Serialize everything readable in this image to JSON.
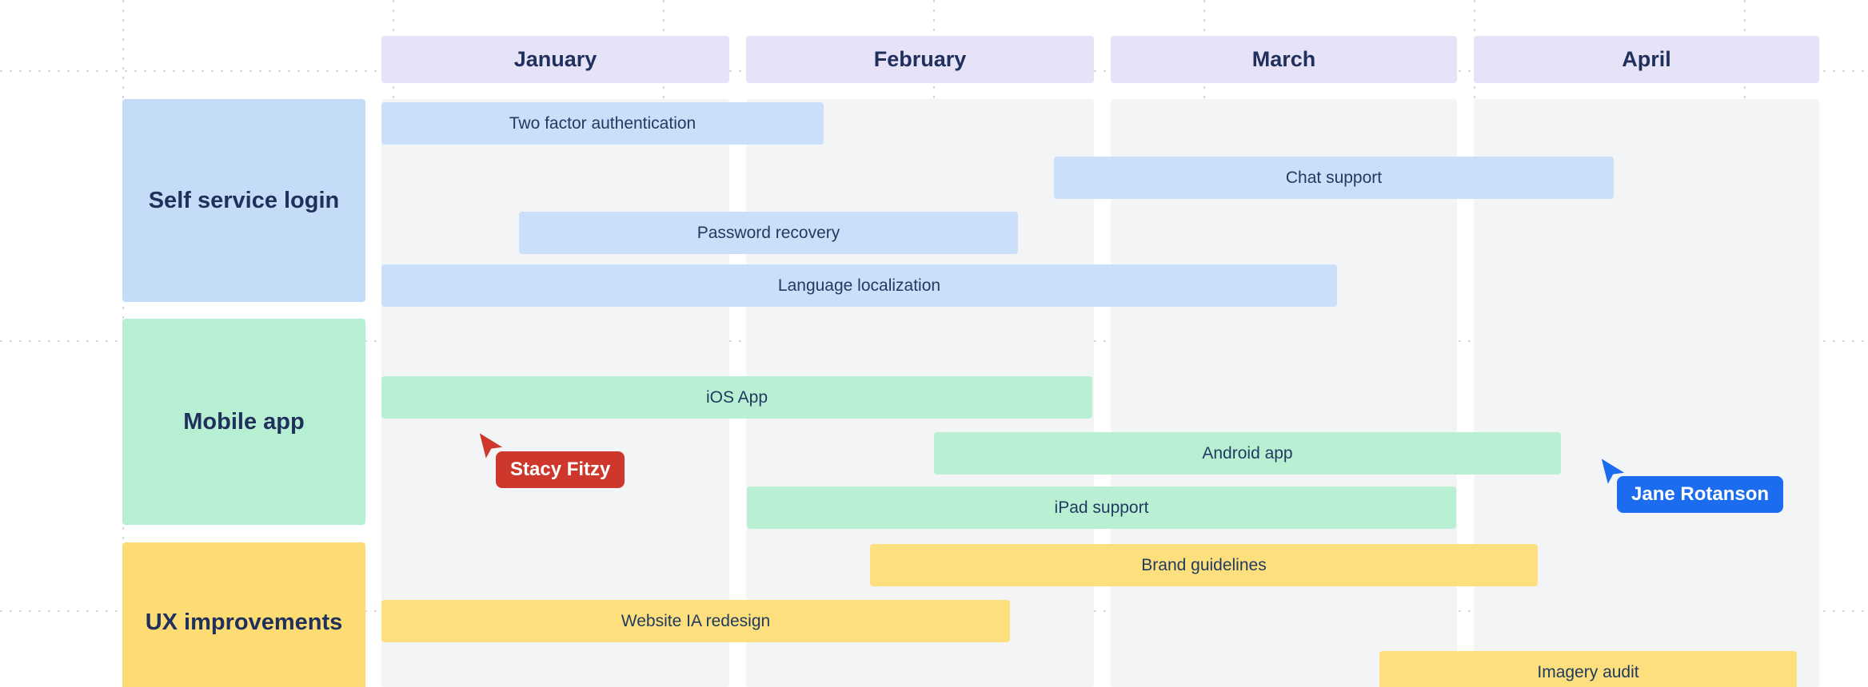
{
  "board": {
    "type": "roadmap-gantt-whiteboard",
    "grid_color": "#d4d6da",
    "column_background": "#f2f4f5",
    "header_background": "#e6e3f8",
    "text_color": "#20305c"
  },
  "timeline": {
    "months": [
      {
        "label": "January"
      },
      {
        "label": "February"
      },
      {
        "label": "March"
      },
      {
        "label": "April"
      }
    ]
  },
  "sections": [
    {
      "label": "Self service login",
      "color": "#c5dcf8",
      "task_color": "#ccdffa",
      "tasks": [
        {
          "label": "Two factor authentication",
          "span_months": [
            0.0,
            1.21
          ]
        },
        {
          "label": "Chat support",
          "span_months": [
            1.84,
            3.38
          ]
        },
        {
          "label": "Password recovery",
          "span_months": [
            0.38,
            1.75
          ]
        },
        {
          "label": "Language localization",
          "span_months": [
            0.0,
            2.62
          ]
        }
      ]
    },
    {
      "label": "Mobile app",
      "color": "#b7efd3",
      "task_color": "#b9f0d4",
      "tasks": [
        {
          "label": "iOS App",
          "span_months": [
            0.0,
            1.95
          ]
        },
        {
          "label": "Android app",
          "span_months": [
            1.52,
            3.23
          ]
        },
        {
          "label": "iPad support",
          "span_months": [
            1.0,
            2.95
          ]
        }
      ]
    },
    {
      "label": "UX improvements",
      "color": "#fcdc73",
      "task_color": "#fddf7d",
      "tasks": [
        {
          "label": "Brand guidelines",
          "span_months": [
            1.34,
            3.17
          ]
        },
        {
          "label": "Website IA redesign",
          "span_months": [
            0.0,
            1.72
          ]
        },
        {
          "label": "Imagery audit",
          "span_months": [
            2.74,
            3.88
          ]
        }
      ]
    }
  ],
  "collaborators": [
    {
      "name": "Stacy Fitzy",
      "color": "#cd372c"
    },
    {
      "name": "Jane Rotanson",
      "color": "#1b6cef"
    }
  ]
}
